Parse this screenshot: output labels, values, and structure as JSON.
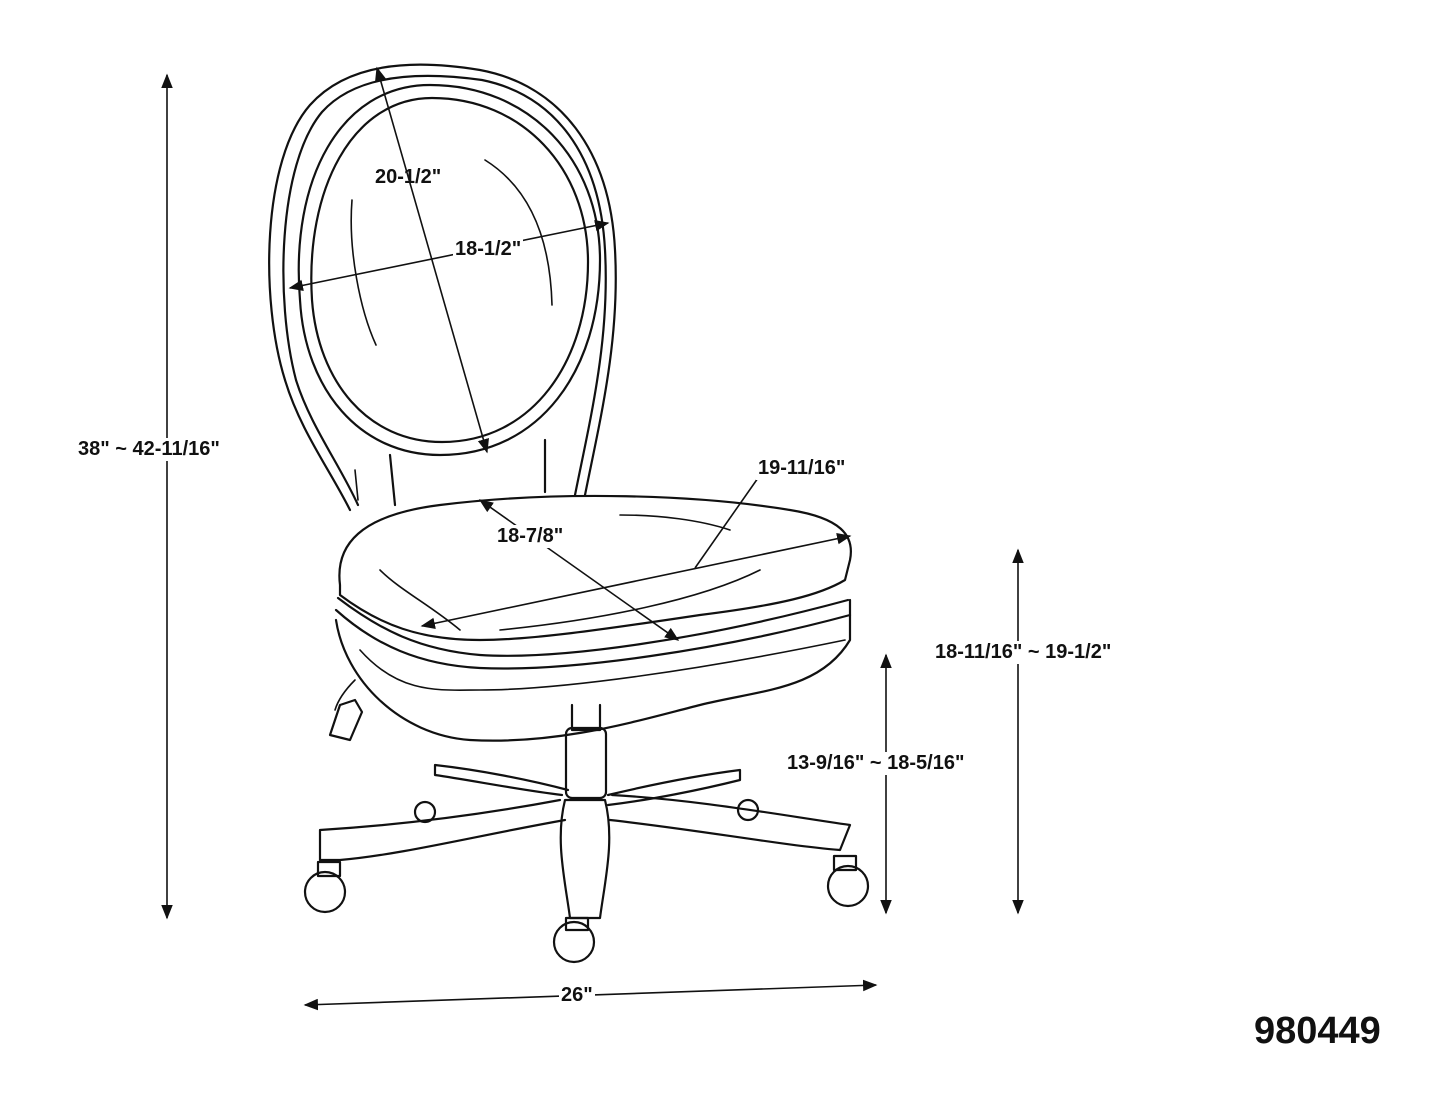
{
  "model_number": "980449",
  "dimensions": {
    "overall_height": "38\" ~ 42-11/16\"",
    "back_height": "20-1/2\"",
    "back_width": "18-1/2\"",
    "seat_width": "19-11/16\"",
    "seat_depth": "18-7/8\"",
    "arm_height": "18-11/16\" ~ 19-1/2\"",
    "seat_height": "13-9/16\" ~ 18-5/16\"",
    "base_width": "26\""
  }
}
